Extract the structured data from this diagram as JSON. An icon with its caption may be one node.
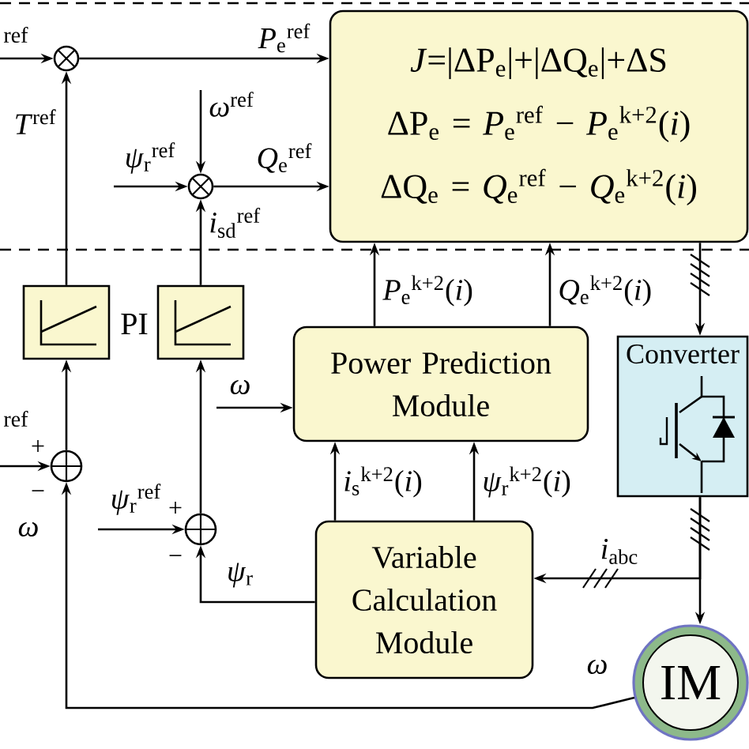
{
  "diagram": {
    "nodes": [
      {
        "text": [],
        "shape": "circle"
      },
      {
        "text": [],
        "shape": "circle"
      },
      {
        "text": [
          "*J*=|ΔP$_{e}$|+|ΔQ$_{e}$|+ΔS",
          "ΔP$_{e}$ = *P*$_{e}$$^{ref}$ − *P*$_{e}$$^{k+2}$(*i*)",
          "ΔQ$_{e}$ = *Q*$_{e}$$^{ref}$ − *Q*$_{e}$$^{k+2}$(*i*)"
        ]
      },
      {
        "text": [],
        "shape": "box"
      },
      {
        "text": [],
        "shape": "box"
      },
      {
        "text": [
          "Power Prediction Module"
        ]
      },
      {
        "text": [
          "Converter"
        ]
      },
      {
        "text": [],
        "shape": "circle"
      },
      {
        "text": [],
        "shape": "circle"
      },
      {
        "text": [
          "Variable Calculation Module"
        ]
      },
      {
        "text": [
          "IM"
        ]
      }
    ],
    "edges": [
      {
        "from": null,
        "to": 0,
        "arrow": "to",
        "label": "ref"
      },
      {
        "from": 0,
        "to": 2,
        "arrow": "to",
        "label": "*P*$_{e}$$^{ref}$"
      },
      {
        "from": 3,
        "to": 0,
        "arrow": "to",
        "label": "*T*$^{ref}$"
      },
      {
        "from": null,
        "to": 1,
        "arrow": "to",
        "label": "*ω*$^{ref}$"
      },
      {
        "from": null,
        "to": 1,
        "arrow": "to",
        "label": "*ψ*$_{r}$$^{ref}$"
      },
      {
        "from": 1,
        "to": 2,
        "arrow": "to",
        "label": "*Q*$_{e}$$^{ref}$"
      },
      {
        "from": 4,
        "to": 1,
        "arrow": "to",
        "label": "*i*$_{sd}$$^{ref}$"
      },
      {
        "from": 7,
        "to": 3,
        "arrow": "to"
      },
      {
        "from": null,
        "to": 7,
        "arrow": "to",
        "label": "ref"
      },
      {
        "from": 10,
        "to": 7,
        "arrow": "to",
        "label": "ω"
      },
      {
        "from": 8,
        "to": 4,
        "arrow": "to"
      },
      {
        "from": null,
        "to": 8,
        "arrow": "to",
        "label": "*ψ*$_{r}$$^{ref}$"
      },
      {
        "from": 9,
        "to": 8,
        "arrow": "to",
        "label": "*ψ*$_{r}$"
      },
      {
        "from": null,
        "to": 5,
        "arrow": "to",
        "label": "ω"
      },
      {
        "from": 9,
        "to": 5,
        "arrow": "to",
        "label": "*i*$_{s}$$^{k+2}$(*i*)"
      },
      {
        "from": 9,
        "to": 5,
        "arrow": "to",
        "label": "*ψ*$_{r}$$^{k+2}$(*i*)"
      },
      {
        "from": 5,
        "to": 2,
        "arrow": "to",
        "label": "*P*$_{e}$$^{k+2}$(*i*)"
      },
      {
        "from": 5,
        "to": 2,
        "arrow": "to",
        "label": "*Q*$_{e}$$^{k+2}$(*i*)"
      },
      {
        "from": 2,
        "to": 6,
        "arrow": "to"
      },
      {
        "from": 6,
        "to": 10,
        "arrow": "to"
      },
      {
        "from": 6,
        "to": 9,
        "arrow": "to",
        "label": "*i*$_{abc}$"
      }
    ],
    "labels": [
      "PI",
      "+",
      "−",
      "+",
      "ω",
      "−"
    ]
  }
}
